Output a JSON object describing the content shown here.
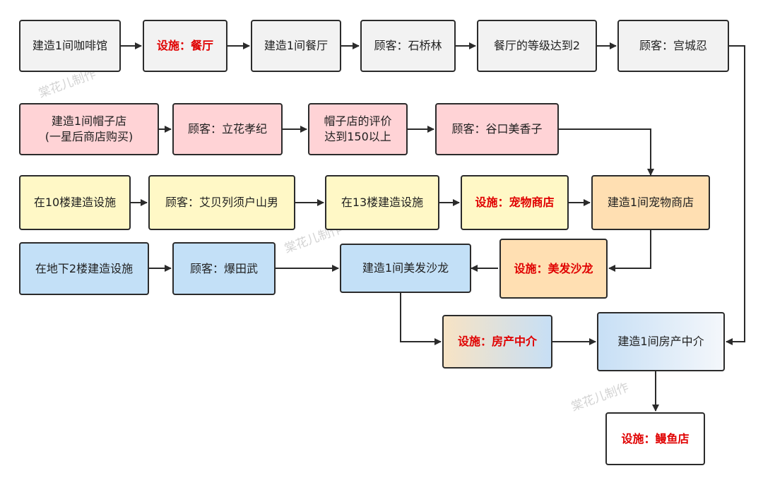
{
  "nodes": {
    "n1": "建造1间咖啡馆",
    "n2": "设施：餐厅",
    "n3": "建造1间餐厅",
    "n4": "顾客：石桥林",
    "n5": "餐厅的等级达到2",
    "n6": "顾客：宫城忍",
    "n7": "建造1间帽子店\n(一星后商店购买)",
    "n8": "顾客：立花孝纪",
    "n9": "帽子店的评价\n达到150以上",
    "n10": "顾客：谷口美香子",
    "n11": "在10楼建造设施",
    "n12": "顾客：艾贝列须户山男",
    "n13": "在13楼建造设施",
    "n14": "设施：宠物商店",
    "n15": "建造1间宠物商店",
    "n16": "在地下2楼建造设施",
    "n17": "顾客：爆田武",
    "n18": "建造1间美发沙龙",
    "n19": "设施：美发沙龙",
    "n20": "设施：房产中介",
    "n21": "建造1间房产中介",
    "n22": "设施：鳗鱼店"
  },
  "watermark": "棠花儿制作",
  "colors": {
    "row1": "#f2f2f2",
    "row2": "#ffd3d6",
    "row3": "#fff8c6",
    "row4": "#c3e0f7",
    "highlight": "#ffdfb2",
    "facility_text": "#e00000",
    "border": "#2b2b2b"
  }
}
